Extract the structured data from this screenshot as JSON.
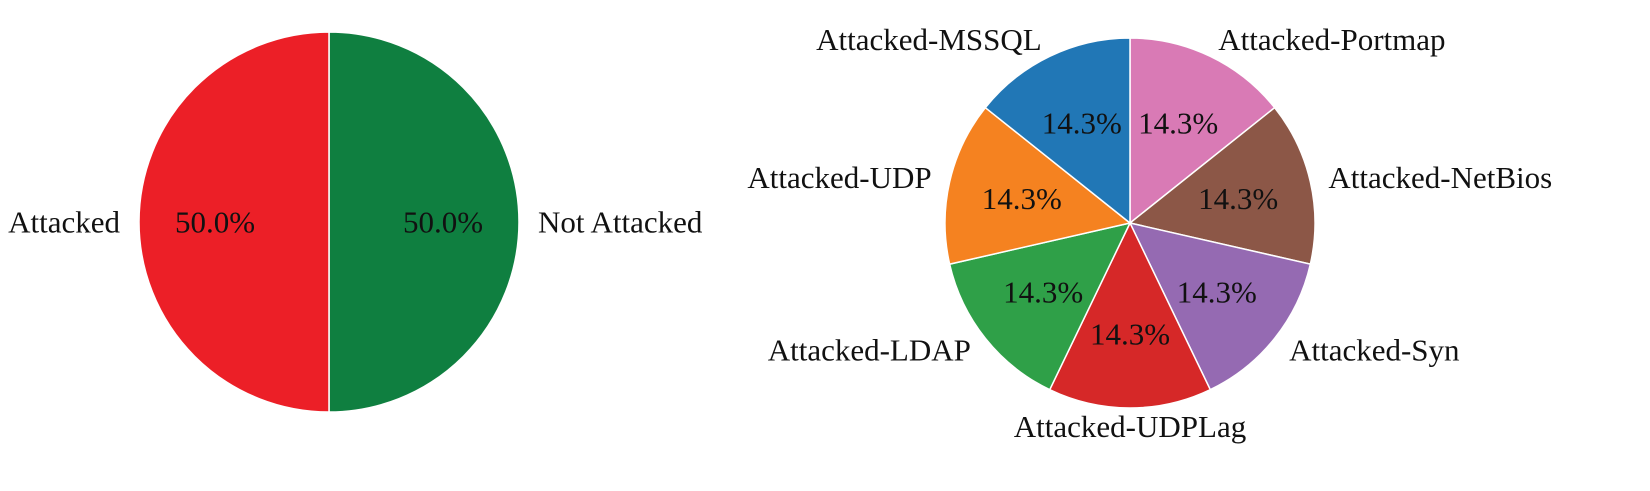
{
  "chart_data": [
    {
      "type": "pie",
      "slices": [
        {
          "label": "Not Attacked",
          "value": 50.0,
          "pct_label": "50.0%",
          "color": "#0f7f40"
        },
        {
          "label": "Attacked",
          "value": 50.0,
          "pct_label": "50.0%",
          "color": "#ec1f27"
        }
      ]
    },
    {
      "type": "pie",
      "slices": [
        {
          "label": "Attacked-Portmap",
          "value": 14.3,
          "pct_label": "14.3%",
          "color": "#d97ab5"
        },
        {
          "label": "Attacked-NetBios",
          "value": 14.3,
          "pct_label": "14.3%",
          "color": "#8c5747"
        },
        {
          "label": "Attacked-Syn",
          "value": 14.3,
          "pct_label": "14.3%",
          "color": "#956ab2"
        },
        {
          "label": "Attacked-UDPLag",
          "value": 14.3,
          "pct_label": "14.3%",
          "color": "#d62828"
        },
        {
          "label": "Attacked-LDAP",
          "value": 14.3,
          "pct_label": "14.3%",
          "color": "#2fa048"
        },
        {
          "label": "Attacked-UDP",
          "value": 14.3,
          "pct_label": "14.3%",
          "color": "#f58220"
        },
        {
          "label": "Attacked-MSSQL",
          "value": 14.3,
          "pct_label": "14.3%",
          "color": "#2177b6"
        }
      ]
    }
  ]
}
